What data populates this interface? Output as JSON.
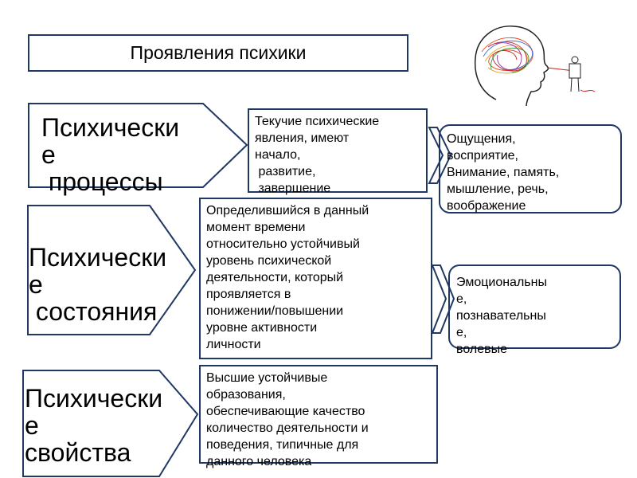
{
  "title": "Проявления психики",
  "illustration": "head-thinking-illustration",
  "rows": [
    {
      "category": "Психически\nе\n процессы",
      "description": "Текучие психические\nявления, имеют\nначало,\n развитие,\n завершение",
      "examples": "Ощущения,\nвосприятие,\nВнимание, память,\nмышление, речь,\nвоображение"
    },
    {
      "category": "Психически\nе\n состояния",
      "description": "Определившийся в данный\nмомент времени\nотносительно устойчивый\nуровень психической\nдеятельности, который\nпроявляется в\nпонижении/повышении\nуровне активности\nличности",
      "examples": "Эмоциональны\nе,\nпознавательны\nе,\nволевые"
    },
    {
      "category": "Психически\nе\nсвойства",
      "description": "Высшие устойчивые\nобразования,\nобеспечивающие качество\nколичество деятельности и\nповедения, типичные для\nданного человека"
    }
  ],
  "colors": {
    "border": "#1f3864",
    "arrow_outline": "#1f3864"
  }
}
